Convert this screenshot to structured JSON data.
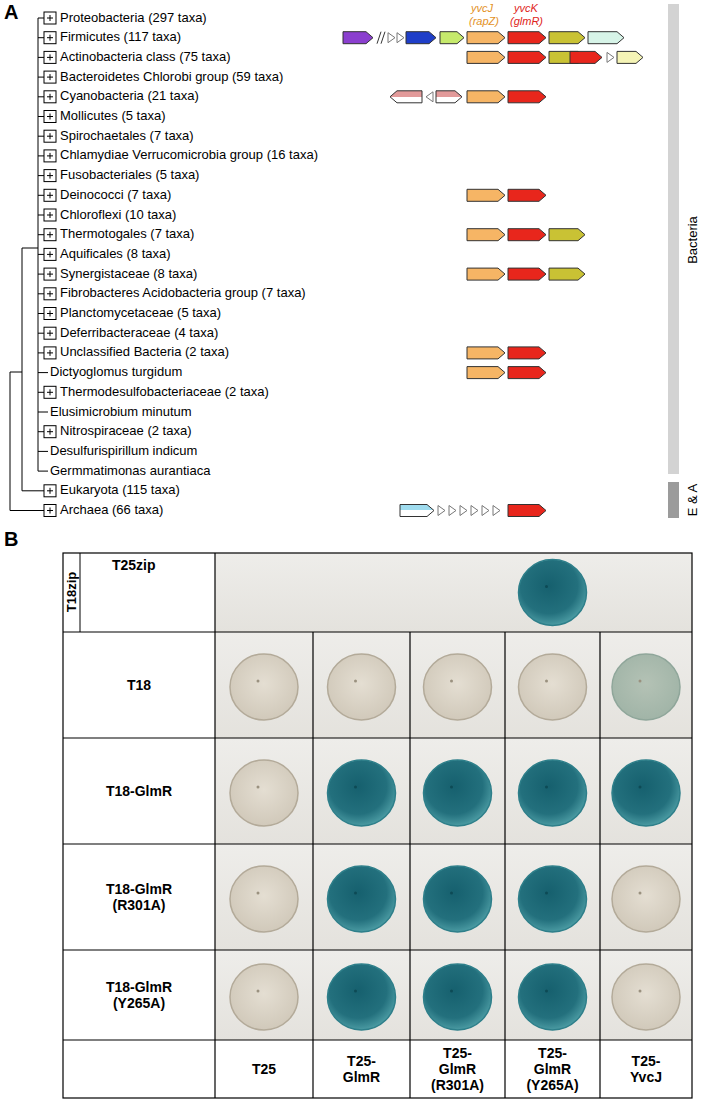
{
  "diagram": {
    "labels": [
      "A",
      "Proteobacteria (297 taxa)",
      "Firmicutes (117 taxa)",
      "Actinobacteria class (75 taxa)",
      "Bacteroidetes Chlorobi group (59 taxa)",
      "Cyanobacteria (21 taxa)",
      "Mollicutes (5 taxa)",
      "Spirochaetales (7 taxa)",
      "Chlamydiae Verrucomicrobia group (16 taxa)",
      "Fusobacteriales (5 taxa)",
      "Deinococci (7 taxa)",
      "Chloroflexi (10 taxa)",
      "Thermotogales (7 taxa)",
      "Aquificales (8 taxa)",
      "Synergistaceae (8 taxa)",
      "Fibrobacteres Acidobacteria group (7 taxa)",
      "Planctomycetaceae (5 taxa)",
      "Deferribacteraceae (4 taxa)",
      "Unclassified Bacteria (2 taxa)",
      "Dictyoglomus turgidum",
      "Thermodesulfobacteriaceae (2 taxa)",
      "Elusimicrobium minutum",
      "Nitrospiraceae (2 taxa)",
      "Desulfurispirillum indicum",
      "Germmatimonas aurantiaca",
      "Eukaryota (115 taxa)",
      "Archaea (66 taxa)",
      "yvcJ",
      "(rapZ)",
      "yvcK",
      "(glmR)",
      "Bacteria",
      "E & A",
      "B",
      "T25zip",
      "T18zip",
      "T18",
      "T18-GlmR",
      "T18-GlmR (R301A)",
      "T18-GlmR (Y265A)",
      "T25",
      "T25-GlmR",
      "T25-GlmR (R301A)",
      "T25-GlmR (Y265A)",
      "T25-YvcJ"
    ]
  }
}
